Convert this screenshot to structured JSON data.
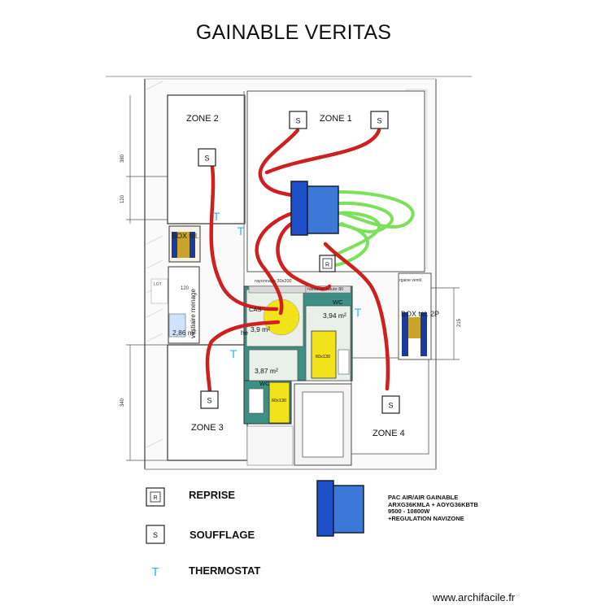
{
  "title": "GAINABLE VERITAS",
  "zones": {
    "zone1": "ZONE 1",
    "zone2": "ZONE 2",
    "zone3": "ZONE 3",
    "zone4": "ZONE 4"
  },
  "symbols": {
    "soufflage": "S",
    "reprise": "R",
    "thermostat": "T"
  },
  "plan_labels": {
    "box_tel_left": "BOX tél.",
    "box_tel_right": "BOX tél. 2P",
    "vestiaire": "vestiaire menage",
    "lot": "LOT",
    "rayonnage": "rayonnage 30x200",
    "haute": "haute ar. haute 80",
    "placard": "rgaine ventil.",
    "cas": "CAS",
    "area_39": "3,9 m²",
    "area_394": "3,94 m²",
    "area_387": "3,87 m²",
    "area_286": "2,86 m²",
    "wc1": "WC",
    "wc2": "WC",
    "bed1": "60x130",
    "bed2": "60x130",
    "n120": "120",
    "he": "he"
  },
  "dimensions": {
    "d380": "380",
    "d120": "120",
    "d340": "340",
    "d215": "215"
  },
  "legend": {
    "reprise": "REPRISE",
    "soufflage": "SOUFFLAGE",
    "thermostat": "THERMOSTAT"
  },
  "pac_note": [
    "PAC AIR/AIR GAINABLE",
    "ARXG36KMLA + AOYG36KBTB",
    "9500 - 10800W",
    "+REGULATION NAVIZONE"
  ],
  "footer": "www.archifacile.fr",
  "colors": {
    "supply_duct": "#d01f1f",
    "return_duct": "#7be05a",
    "unit_dark": "#1f4fc8",
    "unit_light": "#3b78d8",
    "thermostat": "#29b6e8",
    "yellow": "#f2e21a",
    "teal": "#3d8f86"
  }
}
